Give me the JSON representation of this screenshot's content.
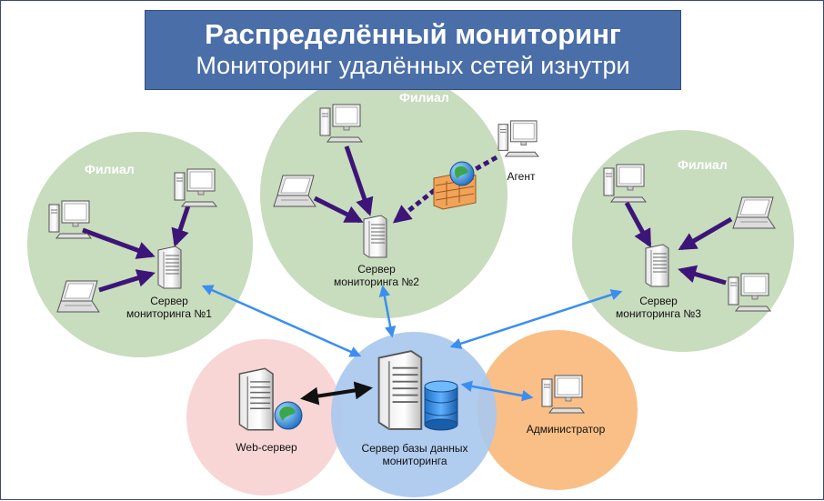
{
  "title": {
    "main": "Распределённый мониторинг",
    "sub": "Мониторинг удалённых сетей изнутри"
  },
  "branches": {
    "left": "Филиал",
    "center": "Филиал",
    "right": "Филиал"
  },
  "nodes": {
    "server1": "Сервер\nмониторинга №1",
    "server2": "Сервер\nмониторинга №2",
    "server3": "Сервер\nмониторинга №3",
    "agent": "Агент",
    "web_server": "Web-сервер",
    "db_server": "Сервер базы данных\nмониторинга",
    "admin": "Администратор"
  },
  "colors": {
    "branch_green": "#c8dcbe",
    "web_pink": "#f8d6d6",
    "db_blue": "#a9c8ee",
    "admin_orange": "#f9bf86",
    "title_bg": "#4a6ea8",
    "purple_arrow": "#3d1578",
    "blue_arrow": "#3b8ef0"
  }
}
